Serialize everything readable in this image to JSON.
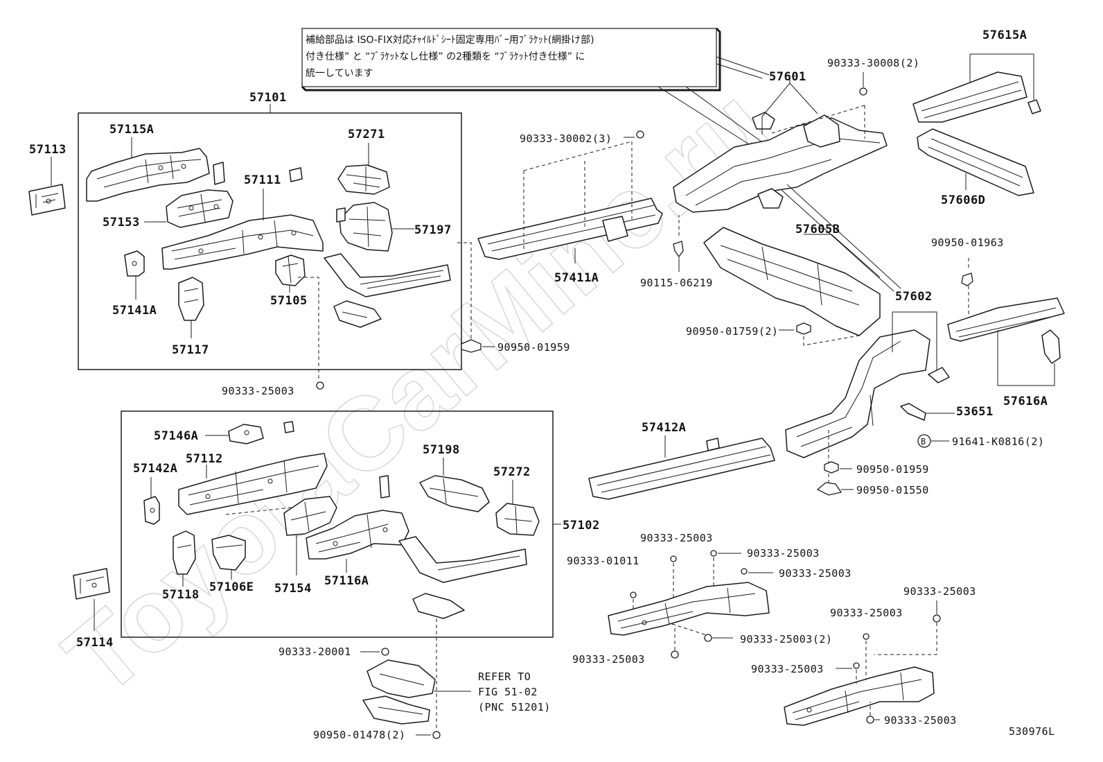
{
  "diagram_code": "530976L",
  "watermark": "ToyotaCarMine.ru",
  "note_lines": [
    "補給部品は ISO-FIX対応ﾁｬｲﾙﾄﾞｼｰﾄ固定専用ﾊﾞｰ用ﾌﾞﾗｹｯﾄ(網掛け部)",
    "付き仕様” と “ﾌﾞﾗｹｯﾄなし仕様” の2種類を “ﾌﾞﾗｹｯﾄ付き仕様” に",
    "統一しています"
  ],
  "refer_lines": [
    "REFER TO",
    "FIG 51-02",
    "(PNC 51201)"
  ],
  "callout_b": "B",
  "labels": {
    "p57101": "57101",
    "p57102": "57102",
    "p57113": "57113",
    "p57114": "57114",
    "p57115A": "57115A",
    "p57271": "57271",
    "p57111": "57111",
    "p57153": "57153",
    "p57197": "57197",
    "p57141A": "57141A",
    "p57105": "57105",
    "p57117": "57117",
    "p57146A": "57146A",
    "p57142A": "57142A",
    "p57112": "57112",
    "p57198": "57198",
    "p57272": "57272",
    "p57118": "57118",
    "p57106E": "57106E",
    "p57154": "57154",
    "p57116A": "57116A",
    "p57601": "57601",
    "p57615A": "57615A",
    "p57606D": "57606D",
    "p57605B": "57605B",
    "p57602": "57602",
    "p57616A": "57616A",
    "p57411A": "57411A",
    "p57412A": "57412A",
    "p53651": "53651",
    "f90333_30008": "90333-30008(2)",
    "f90333_30002": "90333-30002(3)",
    "f90115_06219": "90115-06219",
    "f90950_01963": "90950-01963",
    "f90950_01759": "90950-01759(2)",
    "f90950_01959_a": "90950-01959",
    "f90950_01959_b": "90950-01959",
    "f90950_01550": "90950-01550",
    "f91641_K0816": "91641-K0816(2)",
    "f90333_25003_a": "90333-25003",
    "f90333_20001": "90333-20001",
    "f90950_01478": "90950-01478(2)",
    "f90333_01011": "90333-01011",
    "f90333_25003_b": "90333-25003",
    "f90333_25003_c": "90333-25003",
    "f90333_25003_d": "90333-25003",
    "f90333_25003_e": "90333-25003(2)",
    "f90333_25003_f": "90333-25003",
    "f90333_25003_g": "90333-25003",
    "f90333_25003_h": "90333-25003",
    "f90333_25003_i": "90333-25003",
    "f90333_25003_j": "90333-25003"
  }
}
